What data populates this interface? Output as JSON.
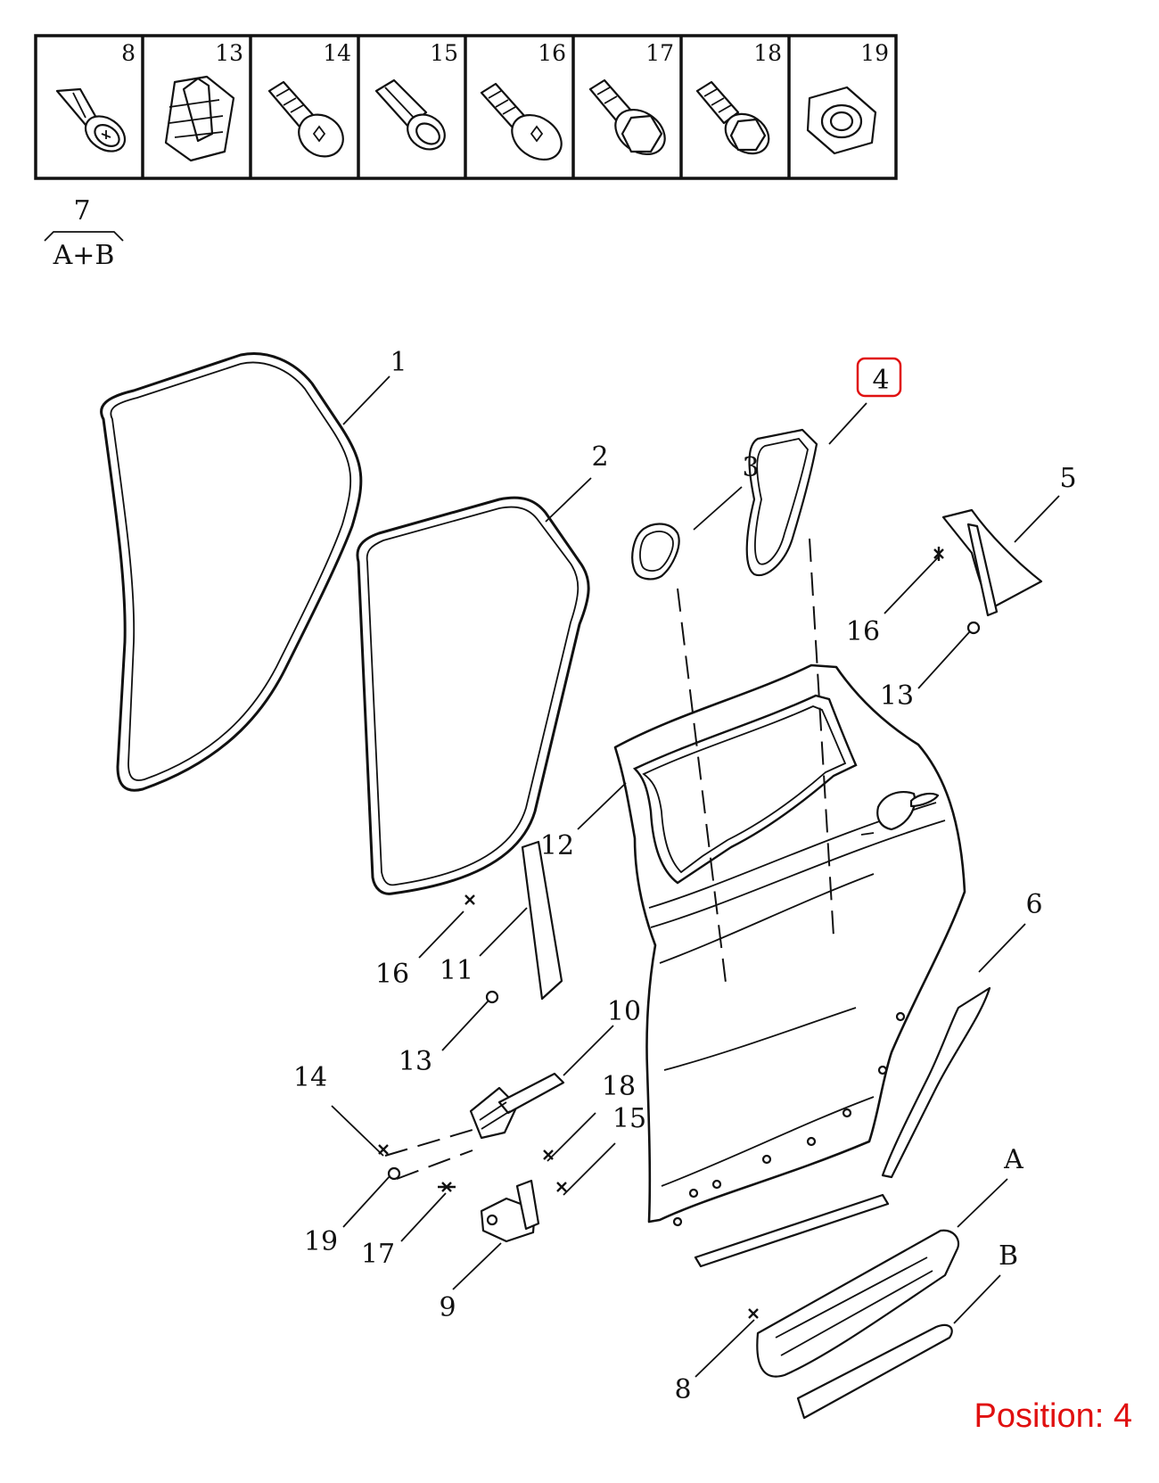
{
  "fastener_table": {
    "cells": [
      "8",
      "13",
      "14",
      "15",
      "16",
      "17",
      "18",
      "19"
    ]
  },
  "kit": {
    "number": "7",
    "label": "A+B"
  },
  "callouts": {
    "c1": "1",
    "c2": "2",
    "c3": "3",
    "c4": "4",
    "c5": "5",
    "c6": "6",
    "c8": "8",
    "c9": "9",
    "c10": "10",
    "c11": "11",
    "c12": "12",
    "c13a": "13",
    "c13b": "13",
    "c14": "14",
    "c15": "15",
    "c16a": "16",
    "c16b": "16",
    "c17": "17",
    "c18": "18",
    "c19": "19",
    "cA": "A",
    "cB": "B"
  },
  "highlight": {
    "number": "4",
    "color": "#e01010"
  },
  "position_label": "Position: 4"
}
